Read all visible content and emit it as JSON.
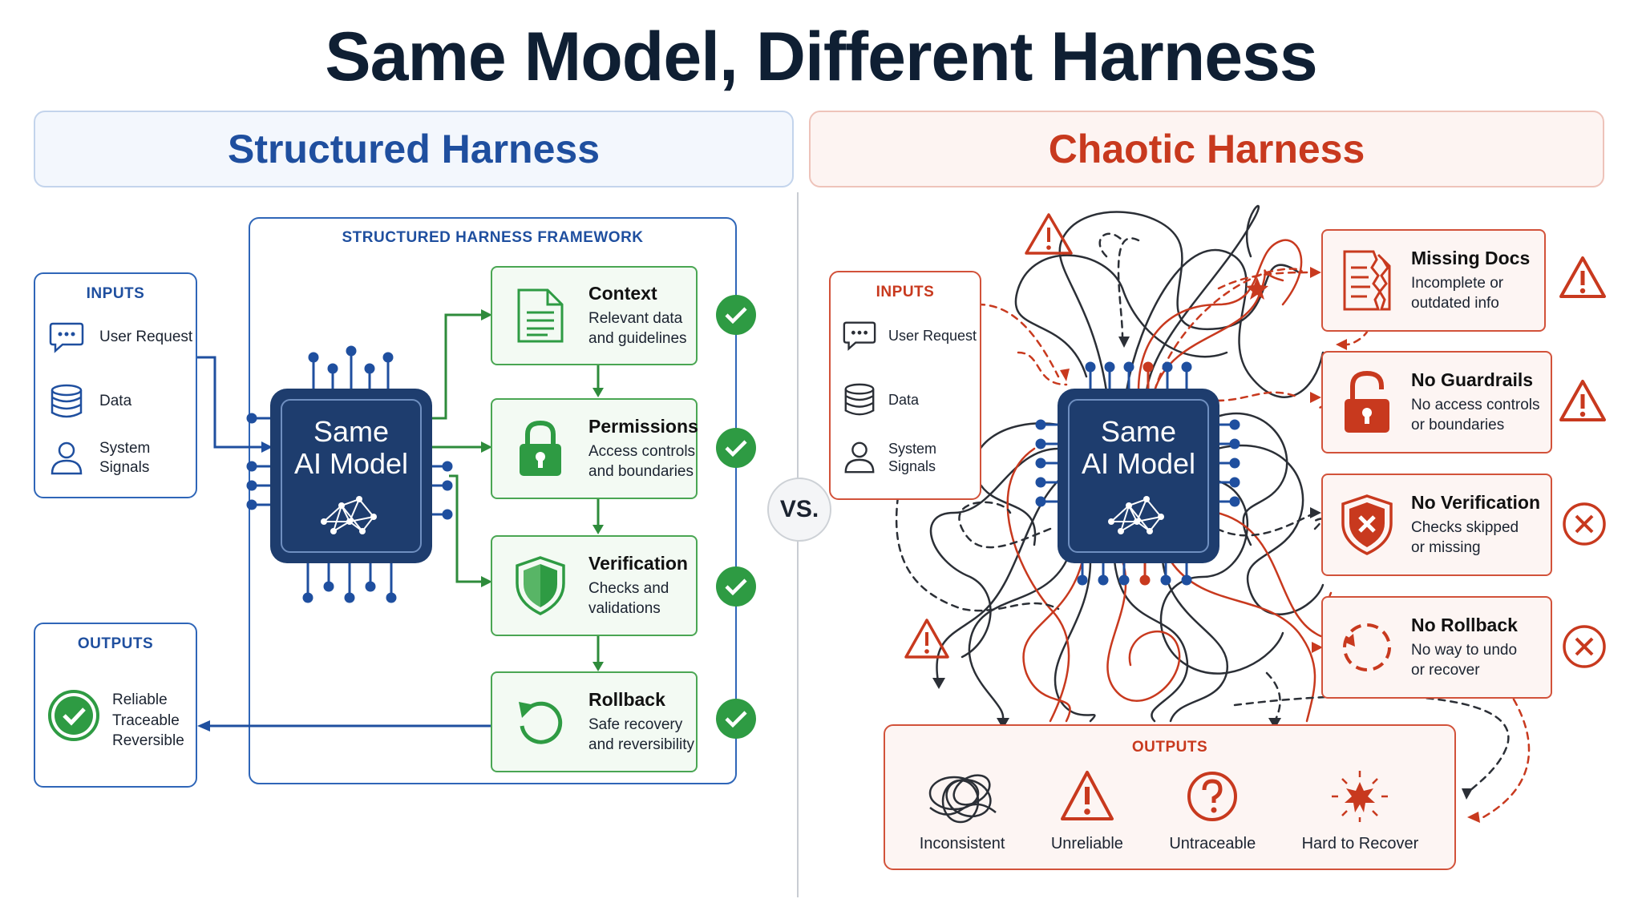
{
  "title": "Same Model, Different Harness",
  "left": {
    "banner": "Structured Harness",
    "framework_label": "STRUCTURED HARNESS FRAMEWORK",
    "inputs": {
      "header": "INPUTS",
      "items": [
        {
          "label": "User Request",
          "icon": "chat-bubble-icon"
        },
        {
          "label": "Data",
          "icon": "database-icon"
        },
        {
          "label": "System\nSignals",
          "icon": "user-icon"
        }
      ]
    },
    "model": {
      "line1": "Same",
      "line2": "AI Model"
    },
    "steps": [
      {
        "title": "Context",
        "desc": "Relevant data\nand guidelines",
        "icon": "document-icon"
      },
      {
        "title": "Permissions",
        "desc": "Access controls\nand boundaries",
        "icon": "lock-icon"
      },
      {
        "title": "Verification",
        "desc": "Checks and\nvalidations",
        "icon": "shield-icon"
      },
      {
        "title": "Rollback",
        "desc": "Safe recovery\nand reversibility",
        "icon": "undo-icon"
      }
    ],
    "outputs": {
      "header": "OUTPUTS",
      "text": "Reliable\nTraceable\nReversible"
    }
  },
  "vs": "VS.",
  "right": {
    "banner": "Chaotic Harness",
    "inputs": {
      "header": "INPUTS",
      "items": [
        {
          "label": "User Request",
          "icon": "chat-bubble-icon"
        },
        {
          "label": "Data",
          "icon": "database-icon"
        },
        {
          "label": "System\nSignals",
          "icon": "user-icon"
        }
      ]
    },
    "model": {
      "line1": "Same",
      "line2": "AI Model"
    },
    "issues": [
      {
        "title": "Missing Docs",
        "desc": "Incomplete or\noutdated info",
        "icon": "torn-document-icon",
        "status": "warning-icon"
      },
      {
        "title": "No Guardrails",
        "desc": "No access controls\nor boundaries",
        "icon": "open-lock-icon",
        "status": "warning-icon"
      },
      {
        "title": "No Verification",
        "desc": "Checks skipped\nor missing",
        "icon": "shield-x-icon",
        "status": "x-circle-icon"
      },
      {
        "title": "No Rollback",
        "desc": "No way to undo\nor recover",
        "icon": "dashed-circle-icon",
        "status": "x-circle-icon"
      }
    ],
    "outputs": {
      "header": "OUTPUTS",
      "items": [
        {
          "label": "Inconsistent",
          "icon": "tangle-icon"
        },
        {
          "label": "Unreliable",
          "icon": "warning-icon"
        },
        {
          "label": "Untraceable",
          "icon": "question-icon"
        },
        {
          "label": "Hard to Recover",
          "icon": "burst-icon"
        }
      ]
    }
  },
  "colors": {
    "blue": "#1f4f9f",
    "green": "#2e9b43",
    "red": "#c8391e",
    "chip": "#1e3d6e"
  }
}
